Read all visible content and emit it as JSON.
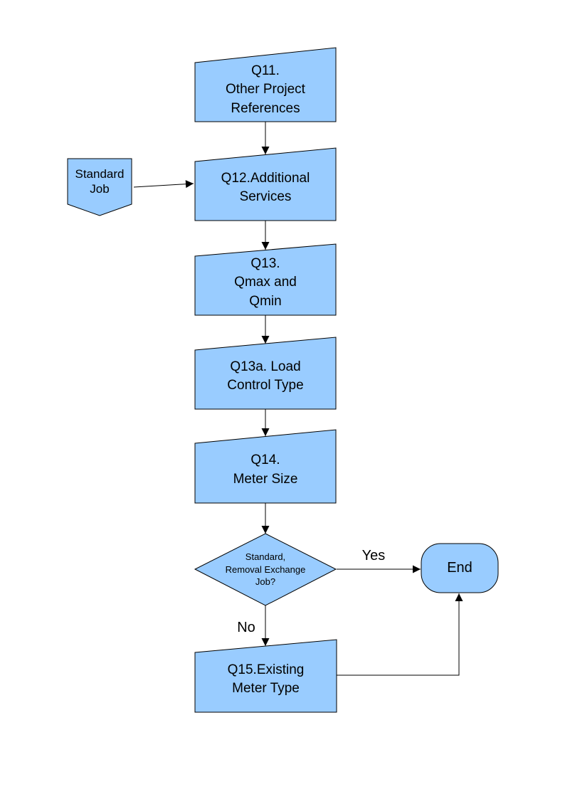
{
  "diagram": {
    "colors": {
      "node_fill": "#99CCFF",
      "node_stroke": "#000000",
      "connector": "#000000",
      "background": "#FFFFFF"
    },
    "nodes": {
      "q11": {
        "shape": "manual-input",
        "label": "Q11.\nOther Project\nReferences"
      },
      "standard_job": {
        "shape": "off-page-connector",
        "label": "Standard\nJob"
      },
      "q12": {
        "shape": "manual-input",
        "label": "Q12.Additional\nServices"
      },
      "q13": {
        "shape": "manual-input",
        "label": "Q13.\nQmax and\nQmin"
      },
      "q13a": {
        "shape": "manual-input",
        "label": "Q13a. Load\nControl Type"
      },
      "q14": {
        "shape": "manual-input",
        "label": "Q14.\nMeter Size"
      },
      "decision": {
        "shape": "decision",
        "label": "Standard,\nRemoval Exchange\nJob?"
      },
      "end": {
        "shape": "terminator",
        "label": "End"
      },
      "q15": {
        "shape": "manual-input",
        "label": "Q15.Existing\nMeter Type"
      }
    },
    "edge_labels": {
      "yes": "Yes",
      "no": "No"
    }
  }
}
